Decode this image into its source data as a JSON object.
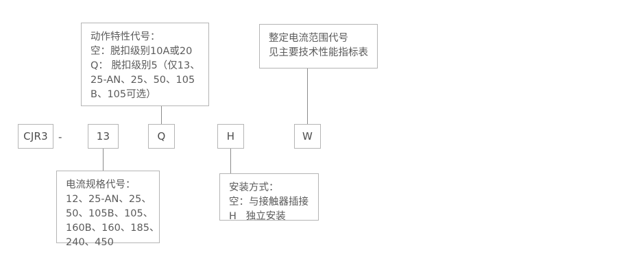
{
  "diagram": {
    "type": "model-designation",
    "model_parts": [
      {
        "id": "series",
        "label": "CJR3"
      },
      {
        "id": "rating",
        "label": "13"
      },
      {
        "id": "trip",
        "label": "Q"
      },
      {
        "id": "mounting",
        "label": "H"
      },
      {
        "id": "current",
        "label": "W"
      }
    ],
    "separator": "-",
    "callouts": {
      "trip_characteristic": {
        "title": "动作特性代号：",
        "lines": [
          "动作特性代号：",
          "空：脱扣级别10A或20",
          "Q： 脱扣级别5（仅13、",
          "25-AN、25、50、105",
          "B、105可选）"
        ]
      },
      "current_setting_range": {
        "title": "整定电流范围代号",
        "lines": [
          "整定电流范围代号",
          "见主要技术性能指标表"
        ]
      },
      "current_rating": {
        "title": "电流规格代号：",
        "lines": [
          "电流规格代号：",
          "12、25-AN、25、",
          "50、105B、105、",
          "160B、160、185、",
          "240、450"
        ]
      },
      "mounting_method": {
        "title": "安装方式：",
        "lines": [
          "安装方式：",
          "空：与接触器插接",
          "H   独立安装"
        ]
      }
    },
    "colors": {
      "border": "#b4b4b4",
      "text": "#5a5a5a",
      "connector": "#8a8a8a",
      "background": "#ffffff"
    }
  }
}
